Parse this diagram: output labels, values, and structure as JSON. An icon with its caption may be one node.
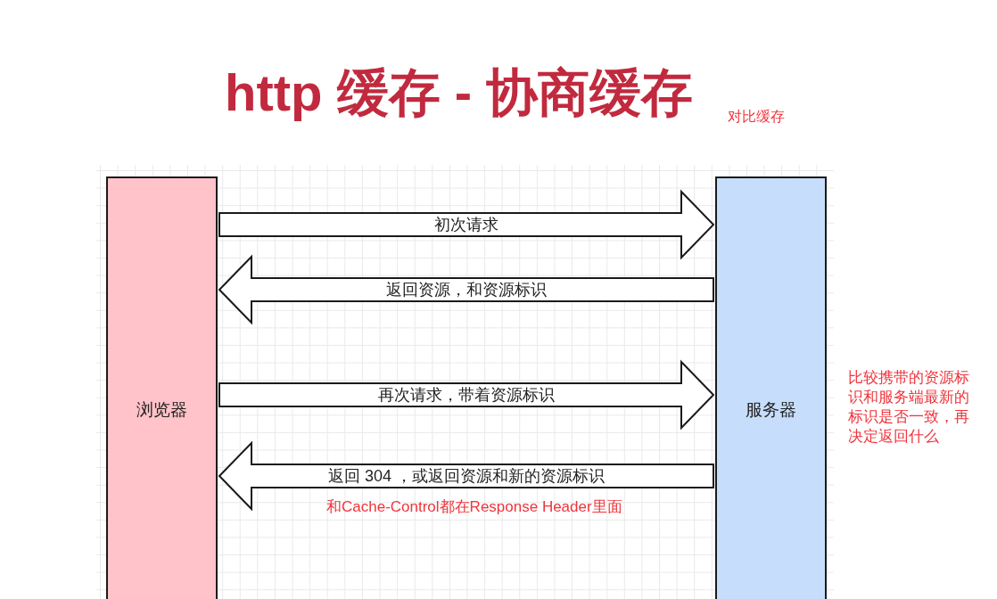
{
  "diagram": {
    "title": "http 缓存 - 协商缓存",
    "nodes": [
      {
        "text": [
          "浏览器"
        ]
      },
      {
        "text": [
          "服务器"
        ]
      }
    ],
    "edges": [
      {
        "from": 0,
        "to": 1,
        "arrow": "to",
        "label": "初次请求"
      },
      {
        "from": 1,
        "to": 0,
        "arrow": "to",
        "label": "返回资源，和资源标识"
      },
      {
        "from": 0,
        "to": 1,
        "arrow": "to",
        "label": "再次请求，带着资源标识"
      },
      {
        "from": 1,
        "to": 0,
        "arrow": "to",
        "label": "返回 304 ，或返回资源和新的资源标识"
      }
    ],
    "labels": [
      "对比缓存",
      "比较携带的资源标识和服务端最新的标识是否一致，再决定返回什么",
      "和Cache-Control都在Response Header里面"
    ]
  }
}
